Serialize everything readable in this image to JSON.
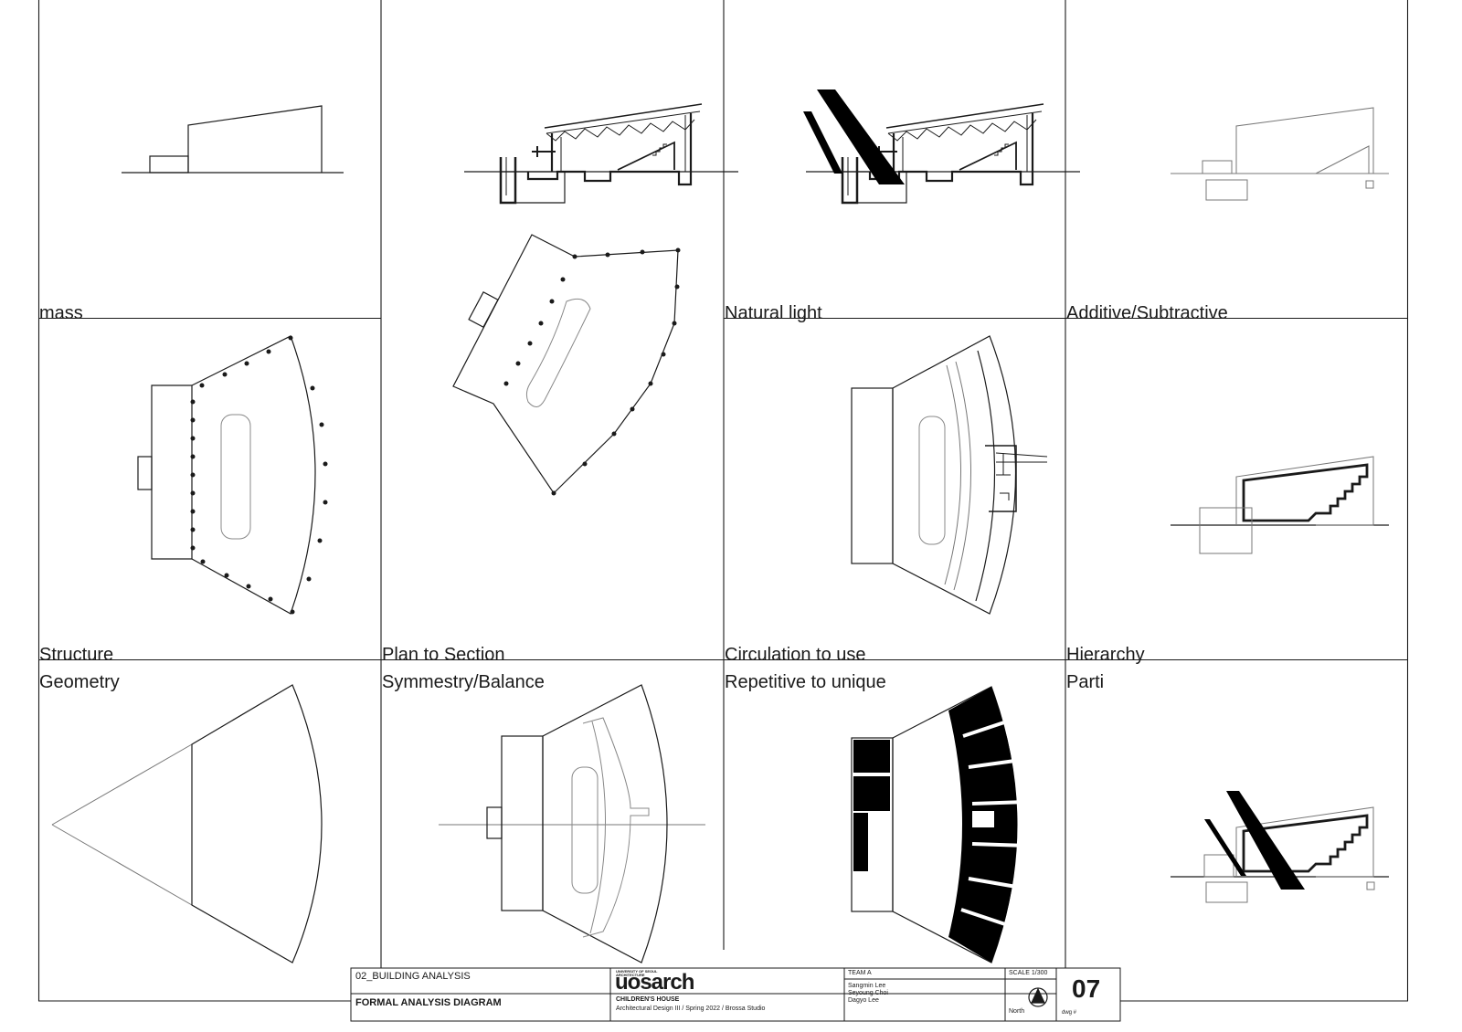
{
  "cells": {
    "mass": "mass",
    "natural_light": "Natural light",
    "additive_subtractive": "Additive/Subtractive",
    "structure": "Structure",
    "plan_to_section": "Plan to Section",
    "circulation_to_use": "Circulation to use",
    "hierarchy": "Hierarchy",
    "geometry": "Geometry",
    "symmetry_balance": "Symmestry/Balance",
    "repetitive_to_unique": "Repetitive to unique",
    "parti": "Parti"
  },
  "title_block": {
    "section": "02_BUILDING ANALYSIS",
    "drawing_title": "FORMAL ANALYSIS DIAGRAM",
    "school_small_line1": "UNIVERSITY OF SEOUL",
    "school_small_line2": "ARCHITECTURE",
    "logo": "uosarch",
    "project": "CHILDREN'S HOUSE",
    "course": "Architectural Design III / Spring 2022 / Brossa Studio",
    "team_label": "TEAM A",
    "members": [
      "Sangmin Lee",
      "Seyoung Choi",
      "Dagyo Lee"
    ],
    "scale": "SCALE 1/300",
    "north_label": "North",
    "drawing_number": "07",
    "dwg_label": "dwg #"
  },
  "colors": {
    "line": "#1a1a1a",
    "fill": "#000000",
    "background": "#ffffff"
  }
}
